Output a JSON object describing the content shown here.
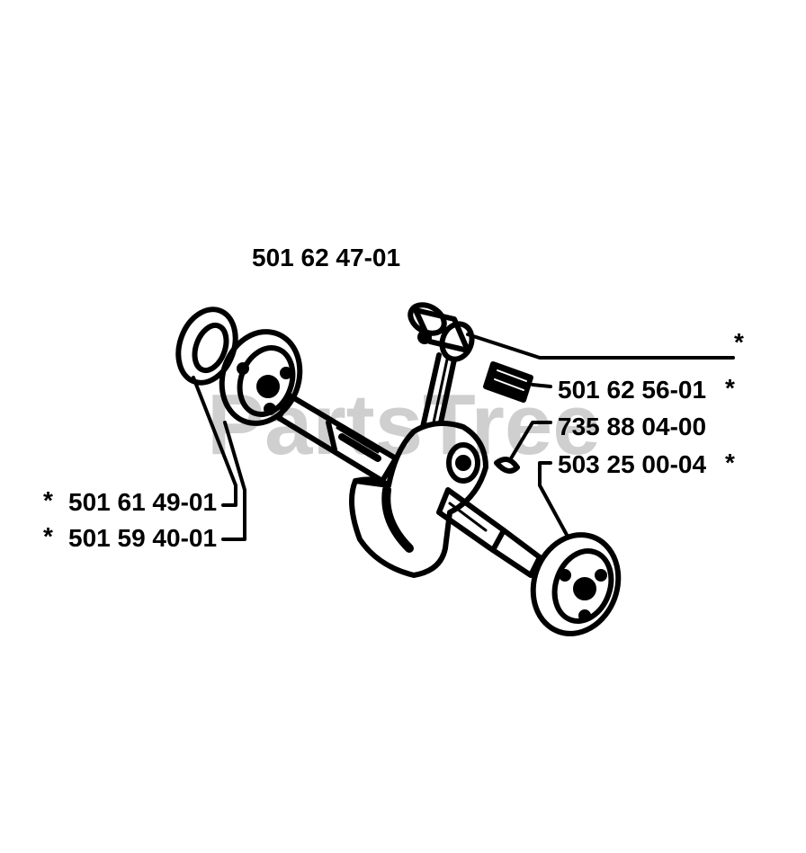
{
  "watermark": "PartsTree",
  "parts": {
    "crankshaft_assembly": "501 62 47-01",
    "needle_bearing": "501 62 56-01",
    "key": "735 88 04-00",
    "bearing_right": "503 25 00-04",
    "seal_left": "501 61 49-01",
    "bearing_left": "501 59 40-01"
  },
  "marks": {
    "star": "*"
  }
}
